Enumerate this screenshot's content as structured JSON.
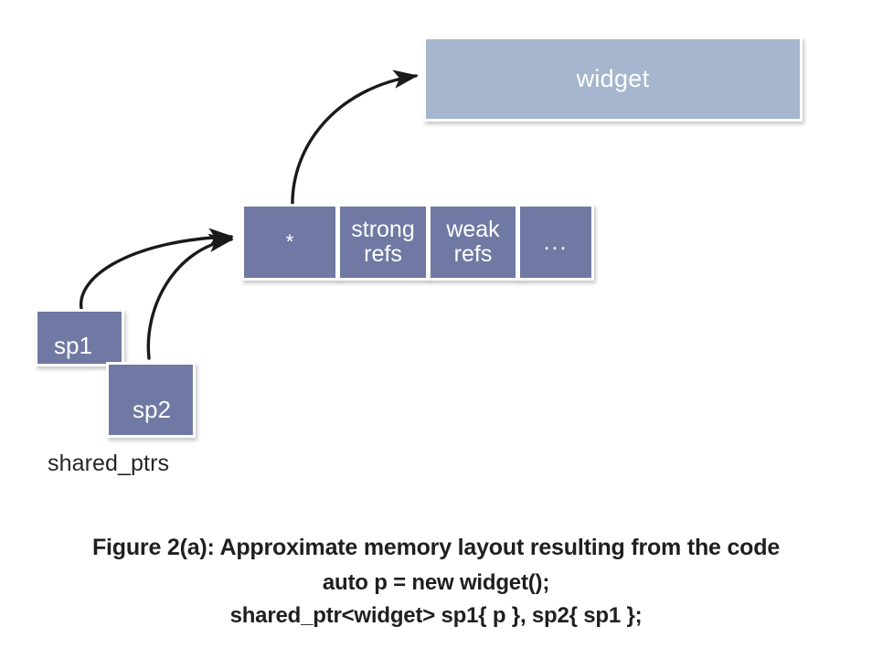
{
  "figure": {
    "background_color": "#ffffff",
    "object_block": {
      "label": "widget",
      "fill_color": "#a5b6ce",
      "text_color": "#ffffff"
    },
    "control_block": {
      "fill_color": "#6f79a3",
      "text_color": "#ffffff",
      "cells": [
        {
          "label": "*",
          "name": "pointer-cell"
        },
        {
          "label": "strong\nrefs",
          "line1": "strong",
          "line2": "refs",
          "name": "strong-refs-cell"
        },
        {
          "label": "weak\nrefs",
          "line1": "weak",
          "line2": "refs",
          "name": "weak-refs-cell"
        },
        {
          "label": "...",
          "name": "more-cell"
        }
      ]
    },
    "shared_ptrs": {
      "group_label": "shared_ptrs",
      "fill_color": "#6f79a3",
      "text_color": "#ffffff",
      "boxes": [
        {
          "label": "sp1"
        },
        {
          "label": "sp2"
        }
      ]
    },
    "arrows": {
      "color": "#1a1a1a",
      "items": [
        {
          "name": "arrow-control-to-widget",
          "from": "pointer-cell",
          "to": "widget"
        },
        {
          "name": "arrow-sp1-to-control",
          "from": "sp1",
          "to": "control-block"
        },
        {
          "name": "arrow-sp2-to-control",
          "from": "sp2",
          "to": "control-block"
        }
      ]
    },
    "caption": {
      "title": "Figure 2(a): Approximate memory layout resulting from the code",
      "code_line1": "auto p = new widget();",
      "code_line2": "shared_ptr<widget> sp1{ p }, sp2{ sp1 };"
    }
  }
}
